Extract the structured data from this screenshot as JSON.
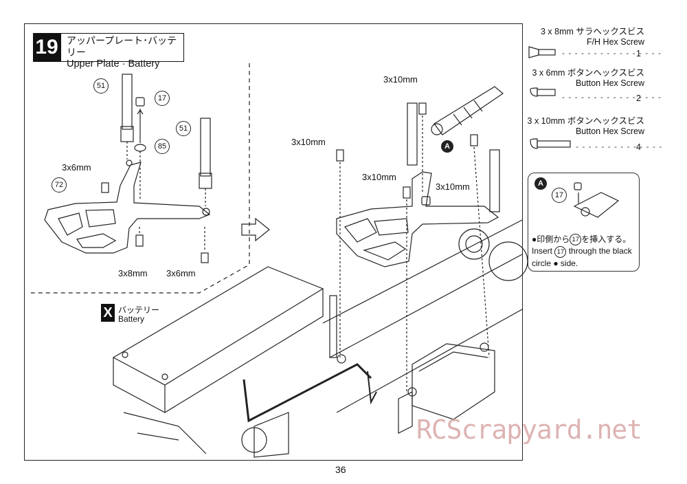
{
  "step": {
    "number": "19",
    "title_jp": "アッパープレート･バッテリー",
    "title_en": "Upper Plate · Battery"
  },
  "left_parts": {
    "p51a": "51",
    "p17": "17",
    "p85": "85",
    "p51b": "51",
    "p72": "72",
    "screw_3x6_a": "3x6mm",
    "screw_3x8": "3x8mm",
    "screw_3x6_b": "3x6mm"
  },
  "battery": {
    "badge": "X",
    "label_jp": "バッテリー",
    "label_en": "Battery"
  },
  "right_labels": {
    "s1": "3x10mm",
    "s2": "3x10mm",
    "s3": "3x10mm",
    "s4": "3x10mm",
    "a_marker": "A"
  },
  "legend": [
    {
      "spec": "3 x 8mm サラヘックスビス",
      "name": "F/H Hex Screw",
      "count": "1"
    },
    {
      "spec": "3 x 6mm ボタンヘックスビス",
      "name": "Button Hex Screw",
      "count": "2"
    },
    {
      "spec": "3 x 10mm ボタンヘックスビス",
      "name": "Button Hex Screw",
      "count": "4"
    }
  ],
  "callout": {
    "marker": "A",
    "part": "17",
    "jp_pre": "●印側から",
    "jp_part": "17",
    "jp_post": "を挿入する。",
    "en_pre": "Insert",
    "en_part": "17",
    "en_post": "through the black",
    "en_line2": "circle ● side."
  },
  "page_number": "36",
  "watermark": "RCScrapyard.net"
}
